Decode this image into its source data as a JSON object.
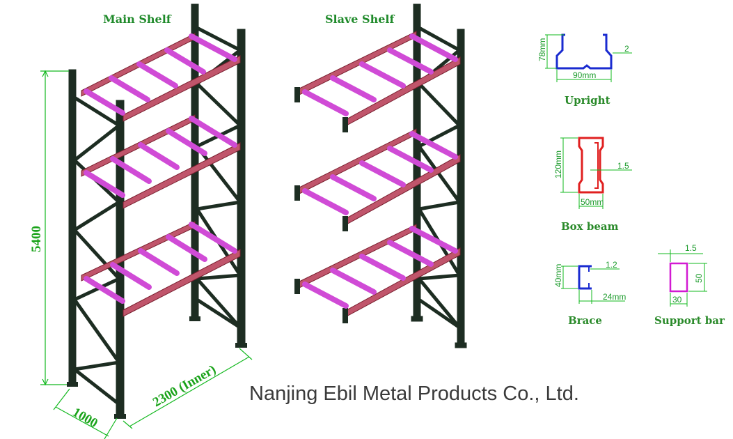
{
  "titles": {
    "main_shelf": "Main Shelf",
    "slave_shelf": "Slave Shelf"
  },
  "dimensions": {
    "height": "5400",
    "depth": "1000",
    "length": "2300 (Inner)"
  },
  "profiles": {
    "upright": {
      "caption": "Upright",
      "height": "78mm",
      "width": "90mm",
      "thickness": "2"
    },
    "box_beam": {
      "caption": "Box beam",
      "height": "120mm",
      "width": "50mm",
      "thickness": "1.5"
    },
    "brace": {
      "caption": "Brace",
      "height": "40mm",
      "width": "24mm",
      "thickness": "1.2"
    },
    "support_bar": {
      "caption": "Support bar",
      "thickness": "1.5",
      "height": "50",
      "width": "30"
    }
  },
  "company": "Nanjing Ebil Metal Products Co., Ltd.",
  "colors": {
    "upright": "#1d2d22",
    "beam": "#c0556b",
    "support": "#d04bd6",
    "dimension": "#12b81e",
    "title": "#1f8a2a",
    "profile_blue": "#1a2bd0",
    "profile_red": "#e02020",
    "profile_magenta": "#d21ad2"
  }
}
